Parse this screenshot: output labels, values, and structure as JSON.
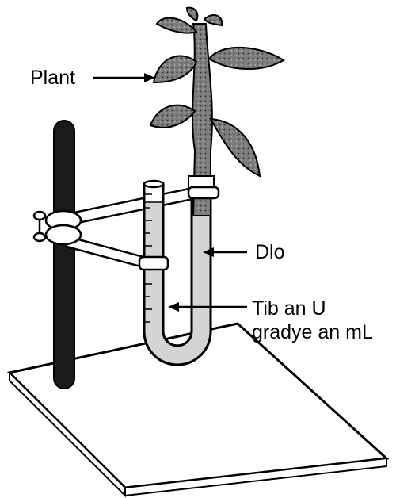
{
  "labels": {
    "plant": "Plant",
    "water": "Dlo",
    "tube_line1": "Tib an U",
    "tube_line2": "gradye an mL"
  },
  "colors": {
    "ink": "#000000",
    "water": "#d4d4d4",
    "glass": "#ffffff",
    "stem": "#8e8e8e",
    "leaf": "#7c7c7c",
    "rod": "#1a1a1a"
  }
}
